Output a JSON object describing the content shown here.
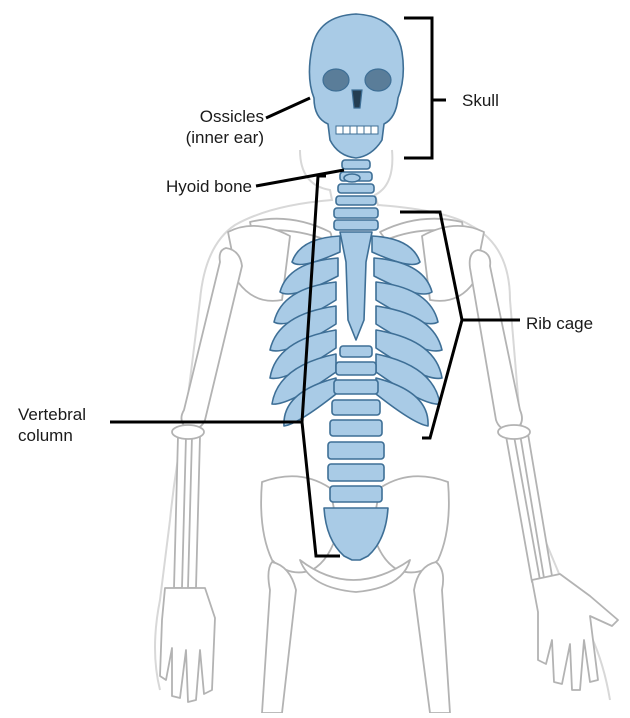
{
  "labels": {
    "skull": "Skull",
    "ossicles_line1": "Ossicles",
    "ossicles_line2": "(inner ear)",
    "hyoid": "Hyoid bone",
    "rib_cage": "Rib cage",
    "vertebral_line1": "Vertebral",
    "vertebral_line2": "column"
  },
  "colors": {
    "bone_highlight": "#a9cbe6",
    "bone_highlight_stroke": "#3e6f96",
    "bone_plain": "#ffffff",
    "bone_plain_stroke": "#b3b3b3",
    "body_outline": "#d0d0d0",
    "leader_line": "#000000"
  }
}
